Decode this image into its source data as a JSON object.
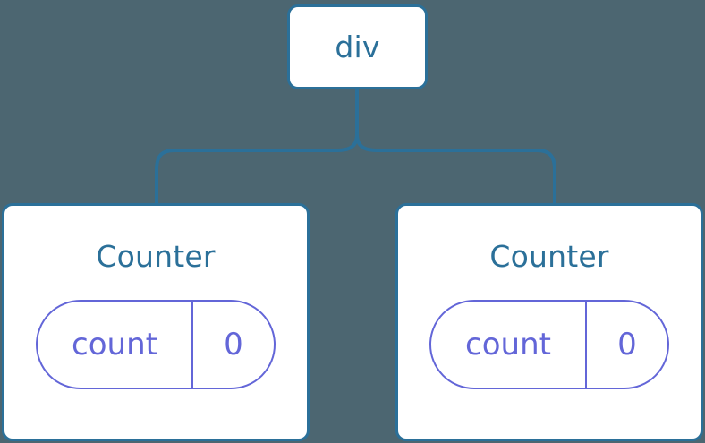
{
  "diagram": {
    "type": "component-tree",
    "background_color": "#4c6671",
    "node_color": "#2b7099",
    "state_color": "#6366d8",
    "card_fill": "#ffffff",
    "root": {
      "label": "div"
    },
    "children": [
      {
        "title": "Counter",
        "state": {
          "key": "count",
          "value": "0"
        }
      },
      {
        "title": "Counter",
        "state": {
          "key": "count",
          "value": "0"
        }
      }
    ],
    "connectors": [
      {
        "from": "div",
        "to": "Counter-left"
      },
      {
        "from": "div",
        "to": "Counter-right"
      }
    ]
  }
}
